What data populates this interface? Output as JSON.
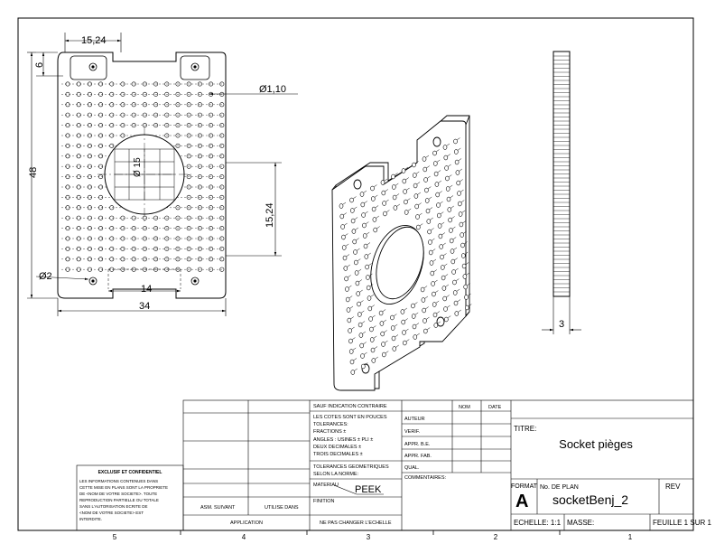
{
  "front_view": {
    "dim_width_top": "15,24",
    "dim_height_top": "6",
    "dim_hole_dia": "Ø1,10",
    "dim_total_height": "48",
    "dim_circle": "Ø 15",
    "dim_spacing_right": "15,24",
    "dim_mount_hole": "Ø2",
    "dim_bottom_inner": "14",
    "dim_total_width": "34"
  },
  "side_view": {
    "dim_thickness": "3"
  },
  "zone_markers": {
    "bottom": [
      "5",
      "4",
      "3",
      "2",
      "1"
    ]
  },
  "title_block": {
    "unless_noted": "SAUF INDICATION CONTRAIRE",
    "dims_in": "LES COTES SONT EN POUCES",
    "tolerances": "TOLERANCES:",
    "fractions": "FRACTIONS ±",
    "angles": "ANGLES : USINES ±     PLI ±",
    "two_places": "DEUX DECIMALES  ±",
    "three_places": "TROIS DECIMALES  ±",
    "geo_tol_1": "TOLERANCES GEOMETRIQUES",
    "geo_tol_2": "SELON LA NORME:",
    "material_label": "MATERIAU",
    "material_value": "PEEK",
    "finish_label": "FINITION",
    "no_scale": "NE PAS CHANGER L'ECHELLE",
    "next_assy": "ASM. SUIVANT",
    "used_on": "UTILISE DANS",
    "application": "APPLICATION",
    "col_name": "NOM",
    "col_date": "DATE",
    "row_author": "AUTEUR",
    "row_check": "VERIF.",
    "row_eng": "APPR. B.E.",
    "row_mfg": "APPR. FAB.",
    "row_qa": "QUAL.",
    "comments": "COMMENTAIRES:",
    "title_label": "TITRE:",
    "title_value": "Socket pièges",
    "format_label": "FORMAT",
    "format_value": "A",
    "dwg_no_label": "No. DE PLAN",
    "dwg_no_value": "socketBenj_2",
    "rev_label": "REV",
    "scale": "ECHELLE: 1:1",
    "mass": "MASSE:",
    "sheet": "FEUILLE 1 SUR 1",
    "proprietary_title": "EXCLUSIF ET CONFIDENTIEL",
    "proprietary_lines": [
      "LES INFORMATIONS CONTENUES DANS",
      "CETTE MISE EN PLANS SONT LA PROPRIETE",
      "DE <NOM DE VOTRE SOCIETE>. TOUTE",
      "REPRODUCTION PARTIELLE OU TOTALE",
      "SANS L'AUTORISATION ECRITE DE",
      "<NOM DE VOTRE SOCIETE> EST",
      "INTERDITE."
    ]
  }
}
